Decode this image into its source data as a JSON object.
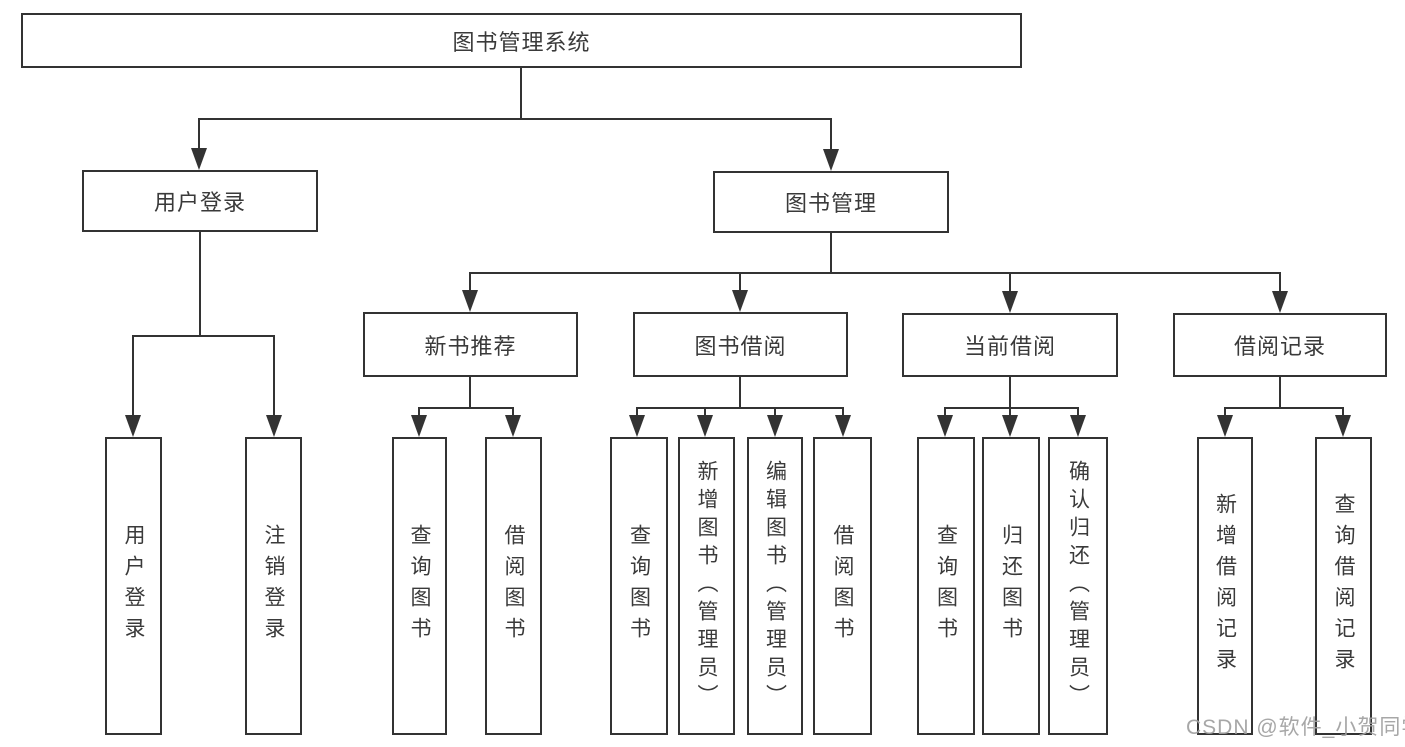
{
  "diagram": {
    "title": "图书管理系统",
    "root": {
      "label": "图书管理系统"
    },
    "level2": [
      {
        "label": "用户登录"
      },
      {
        "label": "图书管理"
      }
    ],
    "level3": [
      {
        "label": "新书推荐"
      },
      {
        "label": "图书借阅"
      },
      {
        "label": "当前借阅"
      },
      {
        "label": "借阅记录"
      }
    ],
    "leaves": [
      {
        "label": "用户登录",
        "parent": "用户登录"
      },
      {
        "label": "注销登录",
        "parent": "用户登录"
      },
      {
        "label": "查询图书",
        "parent": "新书推荐"
      },
      {
        "label": "借阅图书",
        "parent": "新书推荐"
      },
      {
        "label": "查询图书",
        "parent": "图书借阅"
      },
      {
        "label": "新增图书（管理员）",
        "parent": "图书借阅"
      },
      {
        "label": "编辑图书（管理员）",
        "parent": "图书借阅"
      },
      {
        "label": "借阅图书",
        "parent": "图书借阅"
      },
      {
        "label": "查询图书",
        "parent": "当前借阅"
      },
      {
        "label": "归还图书",
        "parent": "当前借阅"
      },
      {
        "label": "确认归还（管理员）",
        "parent": "当前借阅"
      },
      {
        "label": "新增借阅记录",
        "parent": "借阅记录"
      },
      {
        "label": "查询借阅记录",
        "parent": "借阅记录"
      }
    ]
  },
  "watermark": {
    "text": "CSDN @软件_小贺同学"
  },
  "colors": {
    "line": "#333333",
    "text": "#3a3a3a",
    "background": "#ffffff",
    "watermark": "#a0a0a0"
  }
}
